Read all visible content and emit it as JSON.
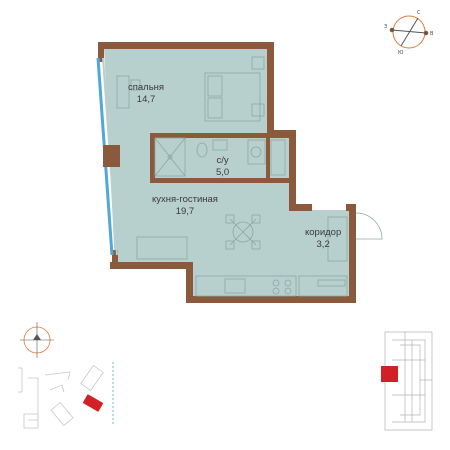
{
  "plan": {
    "rooms": [
      {
        "id": "bedroom",
        "name": "спальня",
        "area": "14,7"
      },
      {
        "id": "bathroom",
        "name": "с/у",
        "area": "5,0"
      },
      {
        "id": "kitchen",
        "name": "кухня-гостиная",
        "area": "19,7"
      },
      {
        "id": "corridor",
        "name": "коридор",
        "area": "3,2"
      }
    ]
  },
  "compass": {
    "letters": [
      "С",
      "В",
      "Ю",
      "З"
    ]
  },
  "colors": {
    "wall": "#8b5a3c",
    "floor": "#b7d0cd",
    "highlight": "#d32027",
    "window": "#4fa8d8",
    "compass_accent": "#e07b39"
  }
}
